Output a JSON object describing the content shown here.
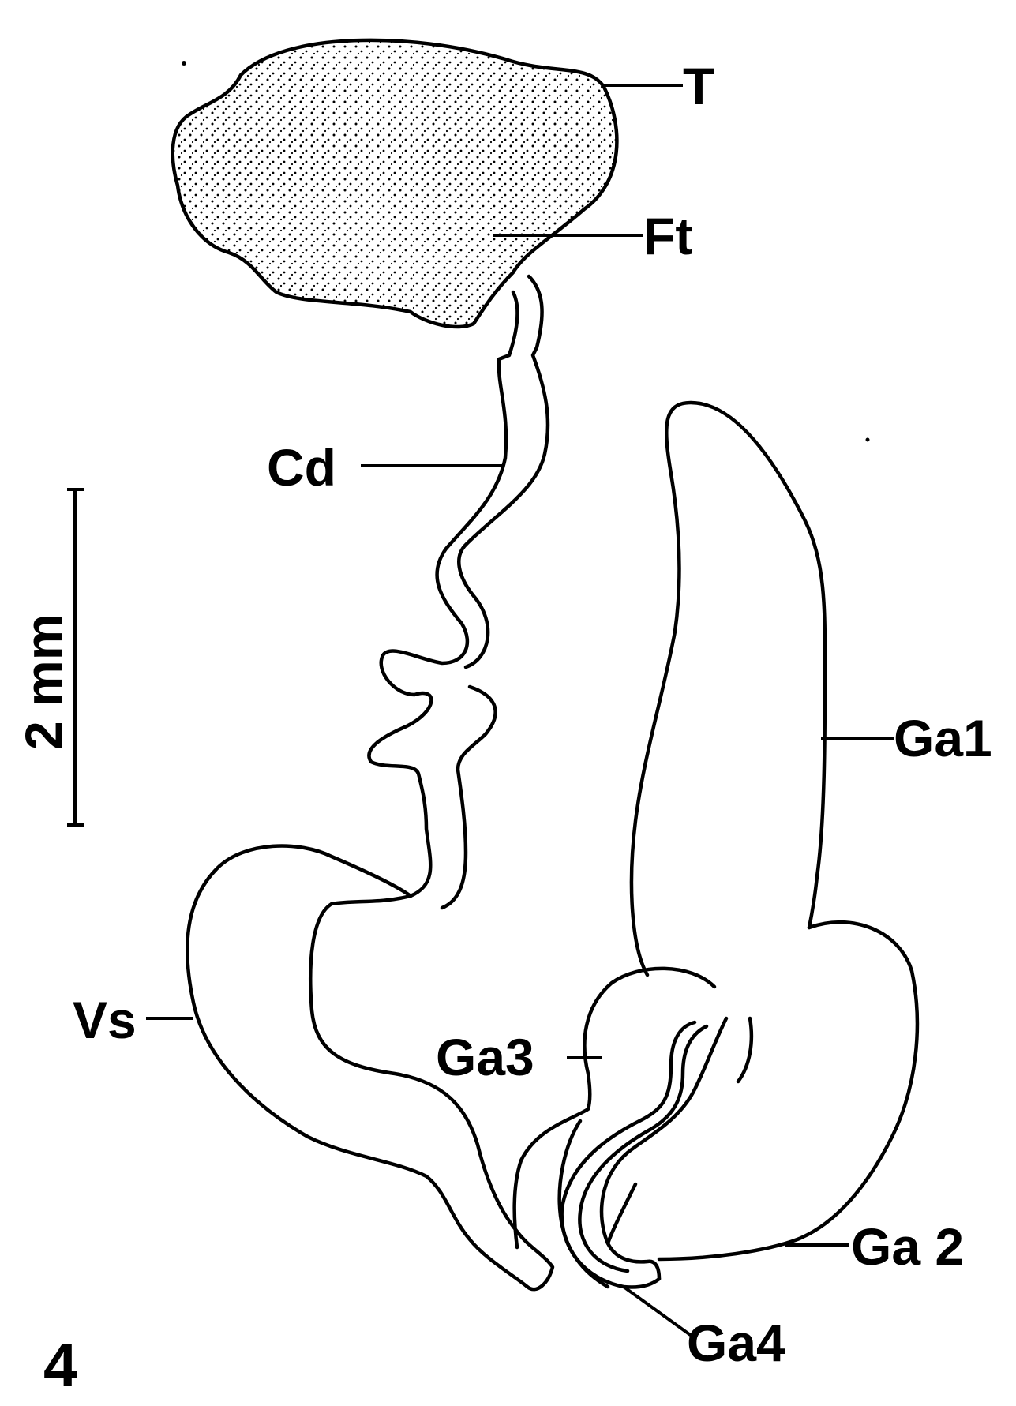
{
  "figure": {
    "number": "4",
    "scale_bar_label": "2 mm",
    "labels": {
      "T": "T",
      "Ft": "Ft",
      "Cd": "Cd",
      "Vs": "Vs",
      "Ga1": "Ga1",
      "Ga2": "Ga 2",
      "Ga3": "Ga3",
      "Ga4": "Ga4"
    }
  }
}
